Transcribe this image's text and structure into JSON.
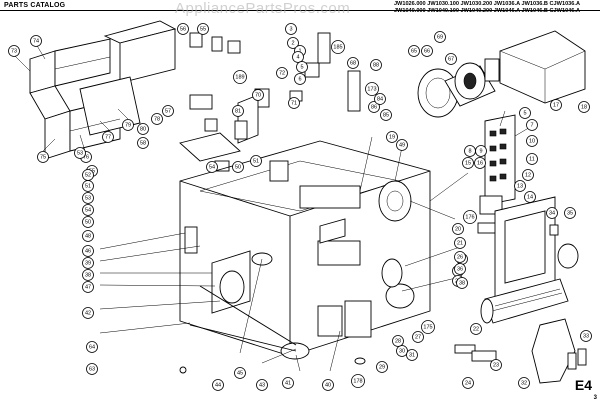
{
  "header": {
    "title": "PARTS CATALOG",
    "models_line1": "JW1026.000  JW1030.100  JW1030.200  JW1036.A  JW1036.B  CJW1036.A",
    "models_line2": "JW1040.000  JW1040.100  JW1040.200  JW1046.A  JW1046.B  CJW1046.A"
  },
  "watermark": "AppliancePartsPros.com",
  "footer": {
    "page_code": "E4",
    "sub_code": "3"
  },
  "callouts": [
    {
      "id": "c73",
      "label": "73"
    },
    {
      "id": "c74",
      "label": "74"
    },
    {
      "id": "c75",
      "label": "75"
    },
    {
      "id": "c76",
      "label": "76"
    },
    {
      "id": "c77",
      "label": "77"
    },
    {
      "id": "c78",
      "label": "78"
    },
    {
      "id": "c79",
      "label": "79"
    },
    {
      "id": "c80",
      "label": "80"
    },
    {
      "id": "c56",
      "label": "56"
    },
    {
      "id": "c55a",
      "label": "55"
    },
    {
      "id": "c58",
      "label": "58"
    },
    {
      "id": "c53",
      "label": "53"
    },
    {
      "id": "c54",
      "label": "54"
    },
    {
      "id": "c55b",
      "label": "55"
    },
    {
      "id": "c50",
      "label": "50"
    },
    {
      "id": "c51",
      "label": "51"
    },
    {
      "id": "c189",
      "label": "189"
    },
    {
      "id": "c72",
      "label": "72"
    },
    {
      "id": "c70",
      "label": "70"
    },
    {
      "id": "c71",
      "label": "71"
    },
    {
      "id": "c81",
      "label": "81"
    },
    {
      "id": "c57",
      "label": "57"
    },
    {
      "id": "c2",
      "label": "2"
    },
    {
      "id": "c1",
      "label": "1"
    },
    {
      "id": "c3",
      "label": "3"
    },
    {
      "id": "c4",
      "label": "4"
    },
    {
      "id": "c5",
      "label": "5"
    },
    {
      "id": "c6",
      "label": "6"
    },
    {
      "id": "c185",
      "label": "185"
    },
    {
      "id": "c68",
      "label": "68"
    },
    {
      "id": "c88",
      "label": "88"
    },
    {
      "id": "c173",
      "label": "173"
    },
    {
      "id": "c86",
      "label": "86"
    },
    {
      "id": "c85",
      "label": "85"
    },
    {
      "id": "c84",
      "label": "84"
    },
    {
      "id": "c69",
      "label": "69"
    },
    {
      "id": "c65",
      "label": "65"
    },
    {
      "id": "c66",
      "label": "66"
    },
    {
      "id": "c67",
      "label": "67"
    },
    {
      "id": "c17",
      "label": "17"
    },
    {
      "id": "c18",
      "label": "18"
    },
    {
      "id": "c7",
      "label": "7"
    },
    {
      "id": "c8",
      "label": "8"
    },
    {
      "id": "c9",
      "label": "9"
    },
    {
      "id": "c10",
      "label": "10"
    },
    {
      "id": "c11",
      "label": "11"
    },
    {
      "id": "c12",
      "label": "12"
    },
    {
      "id": "c13",
      "label": "13"
    },
    {
      "id": "c14",
      "label": "14"
    },
    {
      "id": "c15",
      "label": "15"
    },
    {
      "id": "c16",
      "label": "16"
    },
    {
      "id": "c5b",
      "label": "5"
    },
    {
      "id": "c19",
      "label": "19"
    },
    {
      "id": "c49",
      "label": "49"
    },
    {
      "id": "c52",
      "label": "52"
    },
    {
      "id": "c51b",
      "label": "51"
    },
    {
      "id": "c53b",
      "label": "53"
    },
    {
      "id": "c54b",
      "label": "54"
    },
    {
      "id": "c50b",
      "label": "50"
    },
    {
      "id": "c48",
      "label": "48"
    },
    {
      "id": "c46",
      "label": "46"
    },
    {
      "id": "c39",
      "label": "39"
    },
    {
      "id": "c38",
      "label": "38"
    },
    {
      "id": "c47",
      "label": "47"
    },
    {
      "id": "c42",
      "label": "42"
    },
    {
      "id": "c64",
      "label": "64"
    },
    {
      "id": "c63",
      "label": "63"
    },
    {
      "id": "c44",
      "label": "44"
    },
    {
      "id": "c45",
      "label": "45"
    },
    {
      "id": "c43",
      "label": "43"
    },
    {
      "id": "c41",
      "label": "41"
    },
    {
      "id": "c40",
      "label": "40"
    },
    {
      "id": "c178",
      "label": "178"
    },
    {
      "id": "c29",
      "label": "29"
    },
    {
      "id": "c30",
      "label": "30"
    },
    {
      "id": "c31",
      "label": "31"
    },
    {
      "id": "c28",
      "label": "28"
    },
    {
      "id": "c176",
      "label": "176"
    },
    {
      "id": "c20",
      "label": "20"
    },
    {
      "id": "c21",
      "label": "21"
    },
    {
      "id": "c36",
      "label": "36"
    },
    {
      "id": "c34",
      "label": "34"
    },
    {
      "id": "c35",
      "label": "35"
    },
    {
      "id": "c37",
      "label": "37"
    },
    {
      "id": "c26",
      "label": "26"
    },
    {
      "id": "c25",
      "label": "25"
    },
    {
      "id": "c27",
      "label": "27"
    },
    {
      "id": "c175",
      "label": "175"
    },
    {
      "id": "c22",
      "label": "22"
    },
    {
      "id": "c23",
      "label": "23"
    },
    {
      "id": "c24",
      "label": "24"
    },
    {
      "id": "c32",
      "label": "32"
    },
    {
      "id": "c33",
      "label": "33"
    },
    {
      "id": "c38b",
      "label": "38"
    },
    {
      "id": "c36b",
      "label": "36"
    }
  ]
}
